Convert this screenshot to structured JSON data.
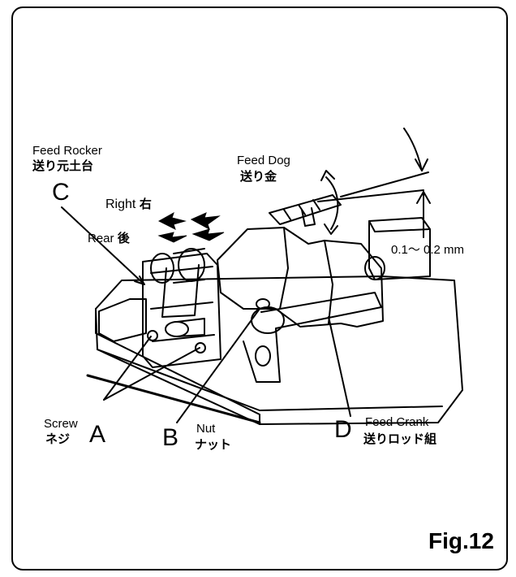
{
  "figure": {
    "caption": "Fig.12",
    "labels": {
      "feed_rocker": {
        "en": "Feed Rocker",
        "jp": "送り元土台",
        "letter": "C"
      },
      "feed_dog": {
        "en": "Feed Dog",
        "jp": "送り金"
      },
      "right": {
        "en": "Right",
        "jp": "右"
      },
      "rear": {
        "en": "Rear",
        "jp": "後"
      },
      "clearance": "0.1～ 0.2 mm",
      "screw": {
        "en": "Screw",
        "jp": "ネジ",
        "letter": "A"
      },
      "nut": {
        "en": "Nut",
        "jp": "ナット",
        "letter": "B"
      },
      "feed_crank": {
        "en": "Feed Crank",
        "jp": "送りロッド組",
        "letter": "D"
      }
    }
  }
}
